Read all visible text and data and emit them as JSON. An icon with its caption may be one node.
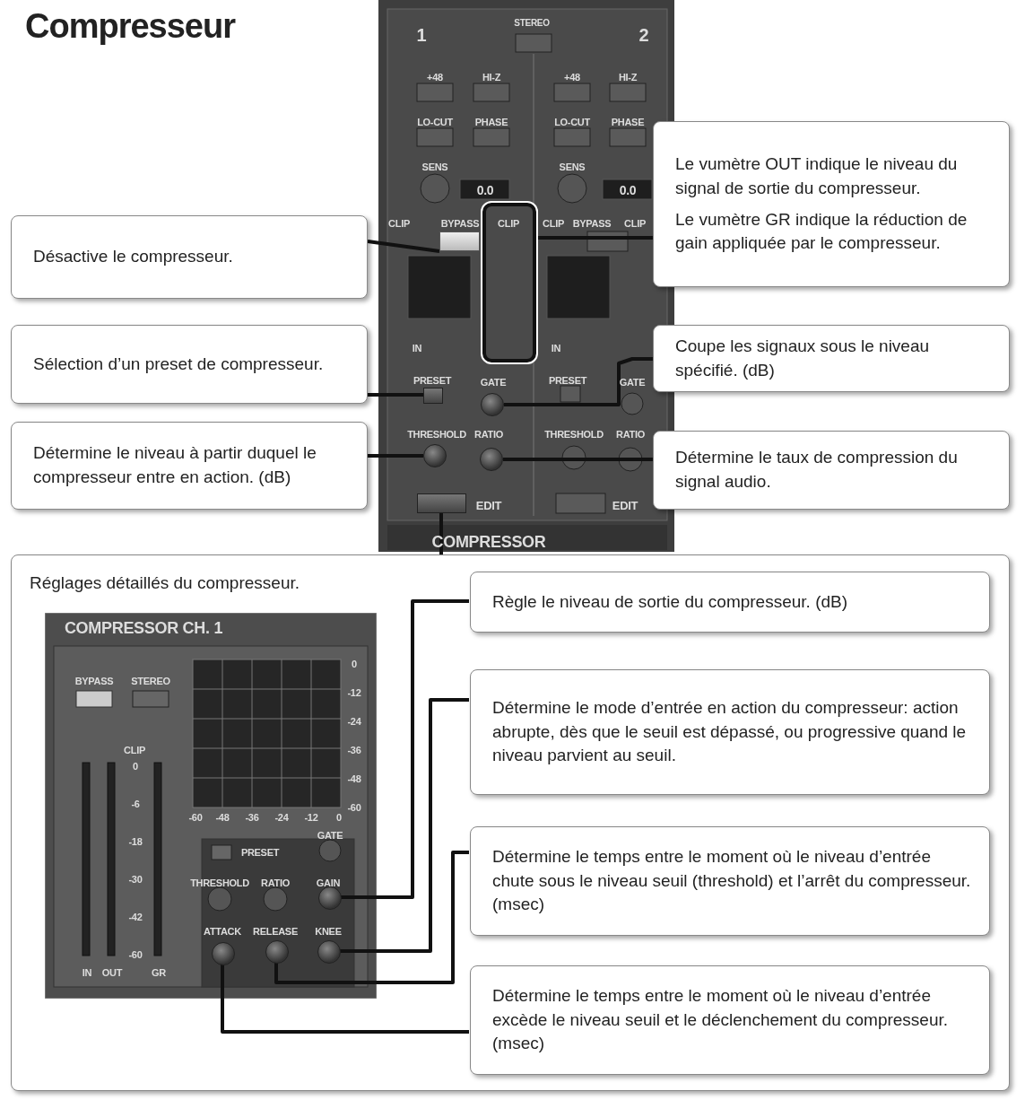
{
  "diagram": {
    "title": "Compresseur",
    "nodes": [
      {
        "text": [
          "Le vumètre OUT indique le niveau du signal de sortie du compresseur.",
          "Le vumètre GR indique la réduction de gain appliquée par le compresseur."
        ]
      },
      {
        "text": [
          "Désactive le compresseur."
        ]
      },
      {
        "text": [
          "Sélection d’un preset de compresseur."
        ]
      },
      {
        "text": [
          "Coupe les signaux sous le niveau spécifié. (dB)"
        ]
      },
      {
        "text": [
          "Détermine le niveau à partir duquel le compresseur entre en action. (dB)"
        ]
      },
      {
        "text": [
          "Détermine le taux de compression du signal audio."
        ]
      },
      {
        "text": [
          "Réglages détaillés du compresseur."
        ]
      },
      {
        "text": [
          "Règle le niveau de sortie du compresseur. (dB)"
        ],
        "in": 6
      },
      {
        "text": [
          "Détermine le mode d’entrée en action du compresseur: action abrupte, dès que le seuil est dépassé, ou progressive quand le niveau parvient au seuil."
        ],
        "in": 6
      },
      {
        "text": [
          "Détermine le temps entre le moment où le niveau d’entrée chute sous le niveau seuil (threshold) et l’arrêt du compresseur. (msec)"
        ],
        "in": 6
      },
      {
        "text": [
          "Détermine le temps entre le moment où le niveau d’entrée excède le niveau seuil et le déclenchement du compresseur. (msec)"
        ],
        "in": 6
      },
      {
        "text": [],
        "shape": "box"
      },
      {
        "text": [],
        "shape": "box"
      },
      {
        "text": [],
        "shape": "box"
      },
      {
        "text": [],
        "shape": "circle"
      },
      {
        "text": [],
        "shape": "circle"
      },
      {
        "text": [],
        "shape": "circle"
      },
      {
        "text": [],
        "shape": "box"
      },
      {
        "text": [],
        "shape": "circle",
        "in": 6
      },
      {
        "text": [],
        "shape": "circle",
        "in": 6
      },
      {
        "text": [],
        "shape": "circle",
        "in": 6
      },
      {
        "text": [],
        "shape": "circle",
        "in": 6
      }
    ],
    "edges": [
      {
        "from": 1,
        "to": 11,
        "arrow": "none"
      },
      {
        "from": 0,
        "to": 12,
        "arrow": "none"
      },
      {
        "from": 2,
        "to": 13,
        "arrow": "none"
      },
      {
        "from": 3,
        "to": 14,
        "arrow": "none"
      },
      {
        "from": 4,
        "to": 15,
        "arrow": "none"
      },
      {
        "from": 5,
        "to": 16,
        "arrow": "none"
      },
      {
        "from": 17,
        "to": 6,
        "arrow": "none"
      },
      {
        "from": 7,
        "to": 18,
        "arrow": "none"
      },
      {
        "from": 8,
        "to": 19,
        "arrow": "none"
      },
      {
        "from": 9,
        "to": 20,
        "arrow": "none"
      },
      {
        "from": 10,
        "to": 21,
        "arrow": "none"
      }
    ],
    "labels": [
      "1",
      "STEREO",
      "2",
      "+48",
      "HI-Z",
      "+48",
      "HI-Z",
      "LO-CUT",
      "PHASE",
      "LO-CUT",
      "PHASE",
      "SENS",
      "0.0",
      "SENS",
      "0.0",
      "CLIP",
      "BYPASS",
      "CLIP",
      "CLIP",
      "BYPASS",
      "CLIP",
      "IN",
      "IN",
      "PRESET",
      "GATE",
      "PRESET",
      "GATE",
      "THRESHOLD",
      "RATIO",
      "THRESHOLD",
      "RATIO",
      "EDIT",
      "EDIT",
      "COMPRESSOR",
      "COMPRESSOR CH. 1",
      "BYPASS",
      "STEREO",
      "CLIP",
      "0",
      "-6",
      "-18",
      "-30",
      "-42",
      "-60",
      "IN",
      "OUT",
      "GR",
      "0",
      "-12",
      "-24",
      "-36",
      "-48",
      "-60",
      "-60",
      "-48",
      "-36",
      "-24",
      "-12",
      "0",
      "PRESET",
      "GATE",
      "THRESHOLD",
      "RATIO",
      "GAIN",
      "ATTACK",
      "RELEASE",
      "KNEE"
    ]
  }
}
